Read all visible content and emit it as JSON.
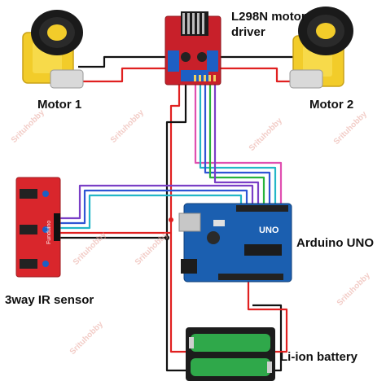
{
  "labels": {
    "motor1": "Motor 1",
    "motor2": "Motor 2",
    "driver_line1": "L298N motor",
    "driver_line2": "driver",
    "arduino": "Arduino UNO",
    "ir_sensor": "3way IR sensor",
    "battery": "Li-ion battery"
  },
  "board_print": {
    "uno": "UNO",
    "ir_brand": "Funduino"
  },
  "watermark": "Srituhobby",
  "colors": {
    "wire_red": "#e02020",
    "wire_black": "#111111",
    "wire_blue": "#2f55d4",
    "wire_purple": "#7a3fc6",
    "wire_green": "#28b43c",
    "wire_teal": "#23b6c7",
    "wire_pink": "#e04fb0",
    "board_l298n": "#c8202a",
    "board_ir": "#d9262c",
    "board_arduino": "#1b5fb0",
    "motor_yellow": "#f2cc2a",
    "wheel_black": "#1a1a1a",
    "battery_green": "#2fa84a"
  }
}
